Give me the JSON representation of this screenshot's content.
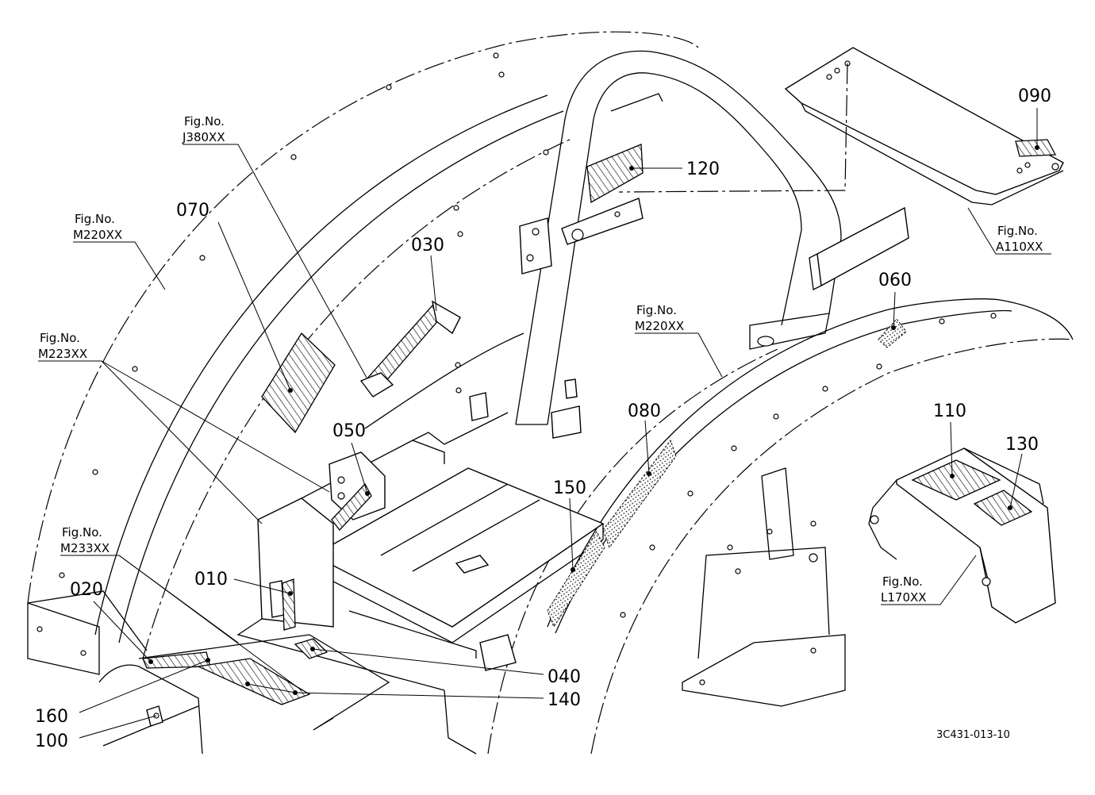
{
  "diagram": {
    "drawing_code": "3C431-013-10",
    "callouts": [
      {
        "id": "c-070",
        "label": "070"
      },
      {
        "id": "c-030",
        "label": "030"
      },
      {
        "id": "c-120",
        "label": "120"
      },
      {
        "id": "c-090",
        "label": "090"
      },
      {
        "id": "c-060",
        "label": "060"
      },
      {
        "id": "c-080",
        "label": "080"
      },
      {
        "id": "c-050",
        "label": "050"
      },
      {
        "id": "c-150",
        "label": "150"
      },
      {
        "id": "c-110",
        "label": "110"
      },
      {
        "id": "c-130",
        "label": "130"
      },
      {
        "id": "c-010",
        "label": "010"
      },
      {
        "id": "c-020",
        "label": "020"
      },
      {
        "id": "c-040",
        "label": "040"
      },
      {
        "id": "c-140",
        "label": "140"
      },
      {
        "id": "c-160",
        "label": "160"
      },
      {
        "id": "c-100",
        "label": "100"
      }
    ],
    "figure_refs": [
      {
        "id": "f-j380",
        "line1": "Fig.No.",
        "line2": "J380XX"
      },
      {
        "id": "f-m220a",
        "line1": "Fig.No.",
        "line2": "M220XX"
      },
      {
        "id": "f-m223",
        "line1": "Fig.No.",
        "line2": "M223XX"
      },
      {
        "id": "f-m233",
        "line1": "Fig.No.",
        "line2": "M233XX"
      },
      {
        "id": "f-m220b",
        "line1": "Fig.No.",
        "line2": "M220XX"
      },
      {
        "id": "f-a110",
        "line1": "Fig.No.",
        "line2": "A110XX"
      },
      {
        "id": "f-l170",
        "line1": "Fig.No.",
        "line2": "L170XX"
      }
    ]
  }
}
